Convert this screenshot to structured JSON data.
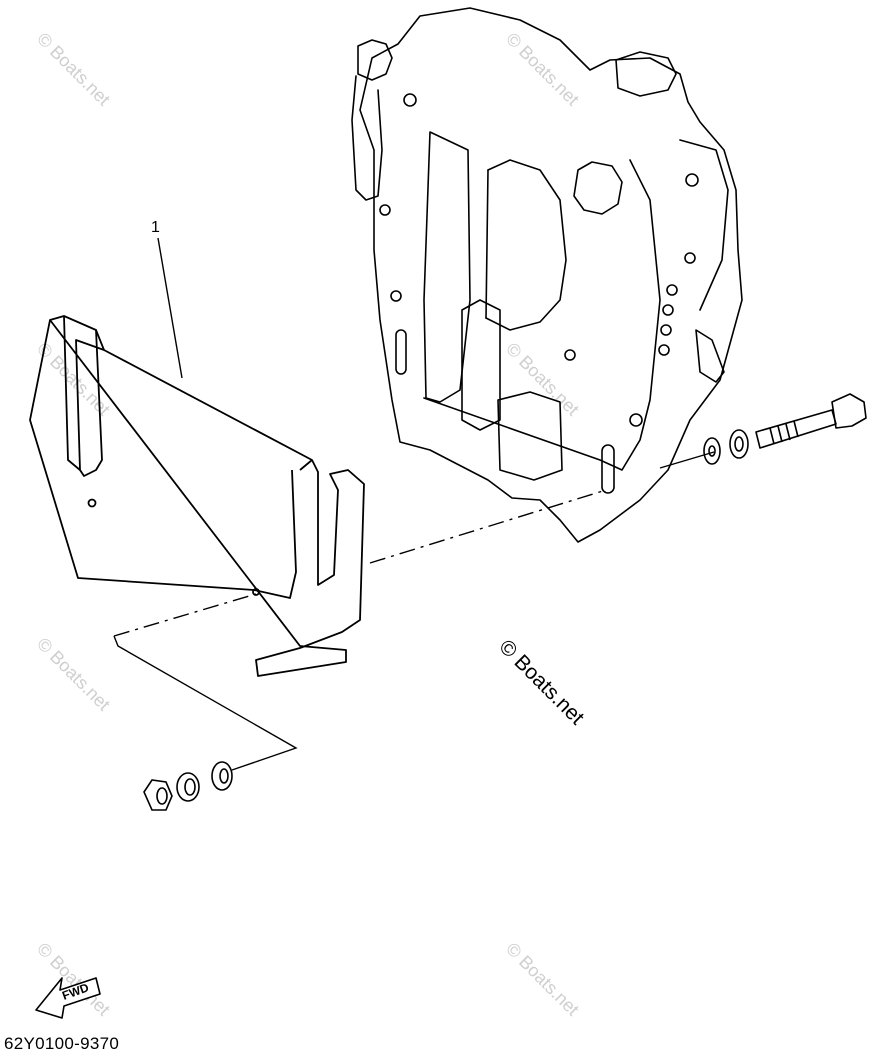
{
  "diagram": {
    "callouts": [
      {
        "number": "1"
      }
    ],
    "main_watermark": "© Boats.net",
    "background_watermark": "© Boats.net",
    "fwd_arrow_text": "FWD",
    "diagram_code": "62Y0100-9370"
  }
}
